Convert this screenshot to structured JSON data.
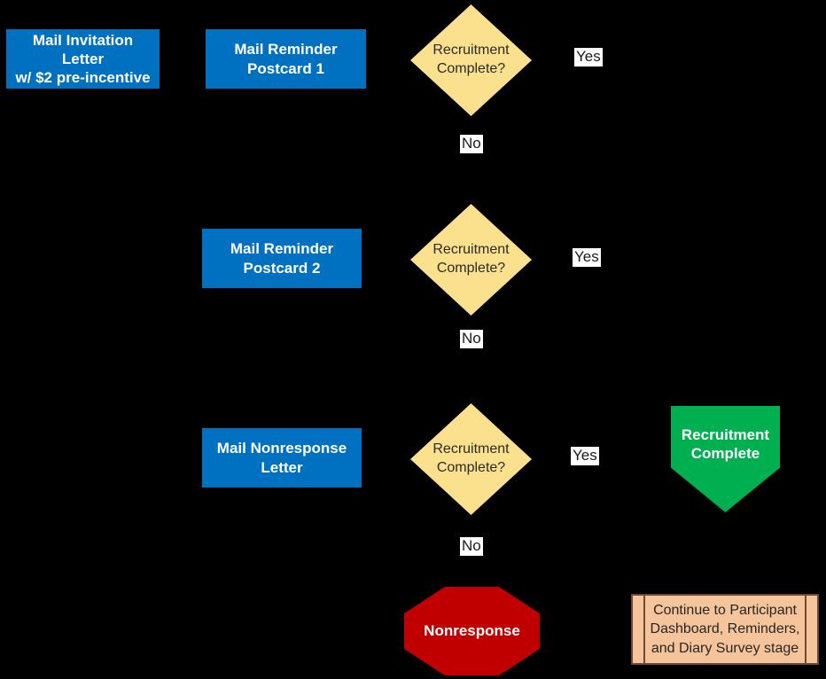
{
  "diagram": {
    "title": "Mail recruitment protocol flowchart",
    "background_color": "#000000",
    "colors": {
      "process_blue": "#0070C0",
      "decision_yellow": "#FBE08D",
      "terminator_green": "#00B050",
      "stop_red": "#C00000",
      "predefined_peach": "#F5C49A",
      "predefined_border": "#6E4A33",
      "edge_label_bg": "#FFFFFF"
    }
  },
  "nodes": {
    "invitation_letter": {
      "label": "Mail Invitation Letter\nw/ $2 pre-incentive",
      "shape": "process"
    },
    "reminder_postcard_1": {
      "label": "Mail Reminder\nPostcard 1",
      "shape": "process"
    },
    "reminder_postcard_2": {
      "label": "Mail Reminder\nPostcard 2",
      "shape": "process"
    },
    "nonresponse_letter": {
      "label": "Mail Nonresponse\nLetter",
      "shape": "process"
    },
    "decision_1": {
      "label": "Recruitment\nComplete?",
      "shape": "decision"
    },
    "decision_2": {
      "label": "Recruitment\nComplete?",
      "shape": "decision"
    },
    "decision_3": {
      "label": "Recruitment\nComplete?",
      "shape": "decision"
    },
    "recruitment_complete": {
      "label": "Recruitment\nComplete",
      "shape": "pentagon"
    },
    "nonresponse": {
      "label": "Nonresponse",
      "shape": "octagon"
    },
    "continue_stage": {
      "label": "Continue to Participant\nDashboard, Reminders,\nand Diary Survey stage",
      "shape": "predefined-process"
    }
  },
  "edge_labels": {
    "yes_1": "Yes",
    "no_1": "No",
    "yes_2": "Yes",
    "no_2": "No",
    "yes_3": "Yes",
    "no_3": "No"
  }
}
